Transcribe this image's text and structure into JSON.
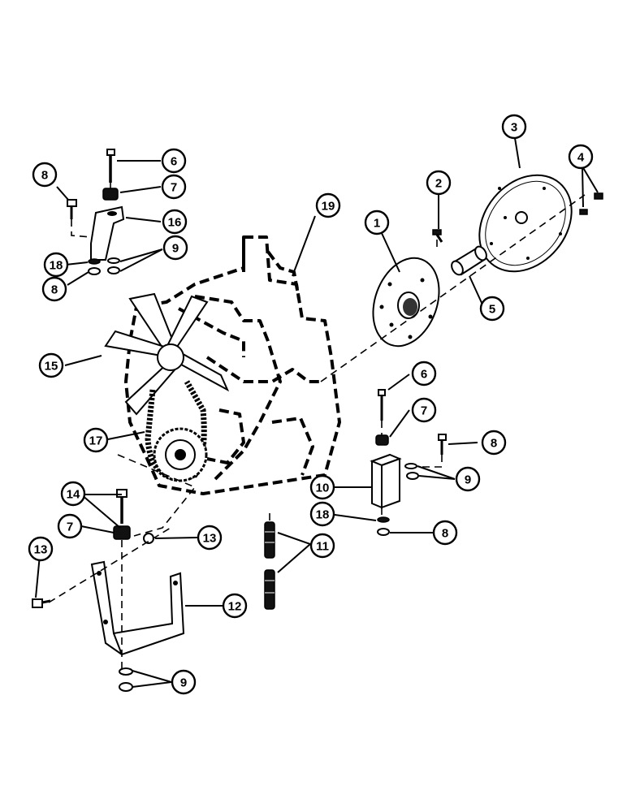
{
  "callouts": [
    {
      "id": "c1",
      "label": "1"
    },
    {
      "id": "c2",
      "label": "2"
    },
    {
      "id": "c3",
      "label": "3"
    },
    {
      "id": "c4",
      "label": "4"
    },
    {
      "id": "c5",
      "label": "5"
    },
    {
      "id": "c6a",
      "label": "6"
    },
    {
      "id": "c6b",
      "label": "6"
    },
    {
      "id": "c7a",
      "label": "7"
    },
    {
      "id": "c7b",
      "label": "7"
    },
    {
      "id": "c7c",
      "label": "7"
    },
    {
      "id": "c8a",
      "label": "8"
    },
    {
      "id": "c8b",
      "label": "8"
    },
    {
      "id": "c8c",
      "label": "8"
    },
    {
      "id": "c8d",
      "label": "8"
    },
    {
      "id": "c9a",
      "label": "9"
    },
    {
      "id": "c9b",
      "label": "9"
    },
    {
      "id": "c9c",
      "label": "9"
    },
    {
      "id": "c10",
      "label": "10"
    },
    {
      "id": "c11",
      "label": "11"
    },
    {
      "id": "c12",
      "label": "12"
    },
    {
      "id": "c13a",
      "label": "13"
    },
    {
      "id": "c13b",
      "label": "13"
    },
    {
      "id": "c14",
      "label": "14"
    },
    {
      "id": "c15",
      "label": "15"
    },
    {
      "id": "c16",
      "label": "16"
    },
    {
      "id": "c17",
      "label": "17"
    },
    {
      "id": "c18a",
      "label": "18"
    },
    {
      "id": "c18b",
      "label": "18"
    },
    {
      "id": "c19",
      "label": "19"
    }
  ],
  "colors": {
    "ink": "#000000",
    "paper": "#ffffff"
  }
}
